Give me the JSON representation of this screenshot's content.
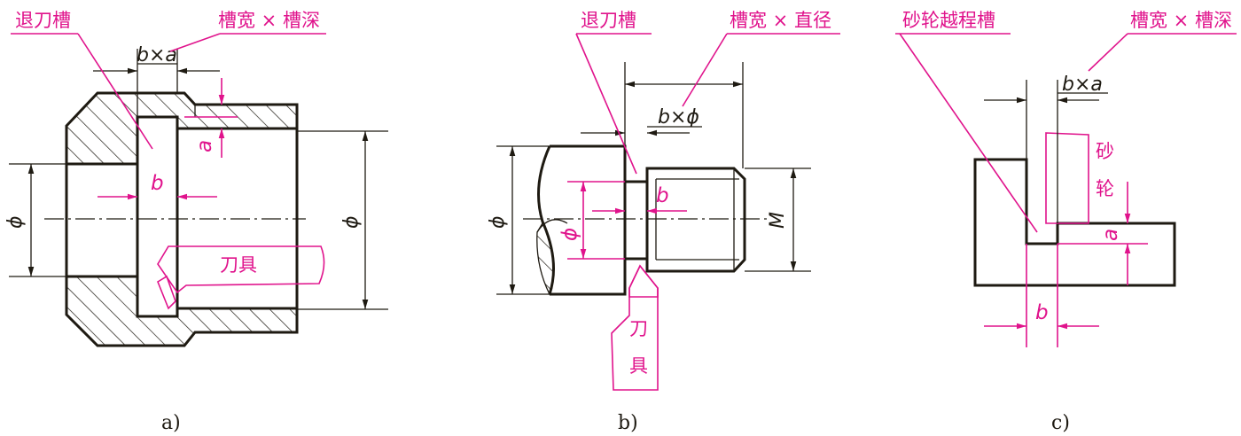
{
  "figures": {
    "a": {
      "caption": "a)",
      "label_groove": "退刀槽",
      "label_spec": "槽宽 × 槽深",
      "dim_bxa": "b×a",
      "dim_b": "b",
      "dim_a": "a",
      "dim_phi_left": "ϕ",
      "dim_phi_right": "ϕ",
      "tool": "刀具"
    },
    "b": {
      "caption": "b)",
      "label_groove": "退刀槽",
      "label_spec": "槽宽 × 直径",
      "dim_bxphi": "b×ϕ",
      "dim_b": "b",
      "dim_phi_left": "ϕ",
      "dim_phi_inner": "ϕ",
      "dim_M": "M",
      "tool_1": "刀",
      "tool_2": "具"
    },
    "c": {
      "caption": "c)",
      "label_groove": "砂轮越程槽",
      "label_spec": "槽宽 × 槽深",
      "dim_bxa": "b×a",
      "dim_b": "b",
      "dim_a": "a",
      "wheel_1": "砂",
      "wheel_2": "轮"
    }
  },
  "colors": {
    "annotation": "#e0138c",
    "outline": "#1e1a12"
  }
}
